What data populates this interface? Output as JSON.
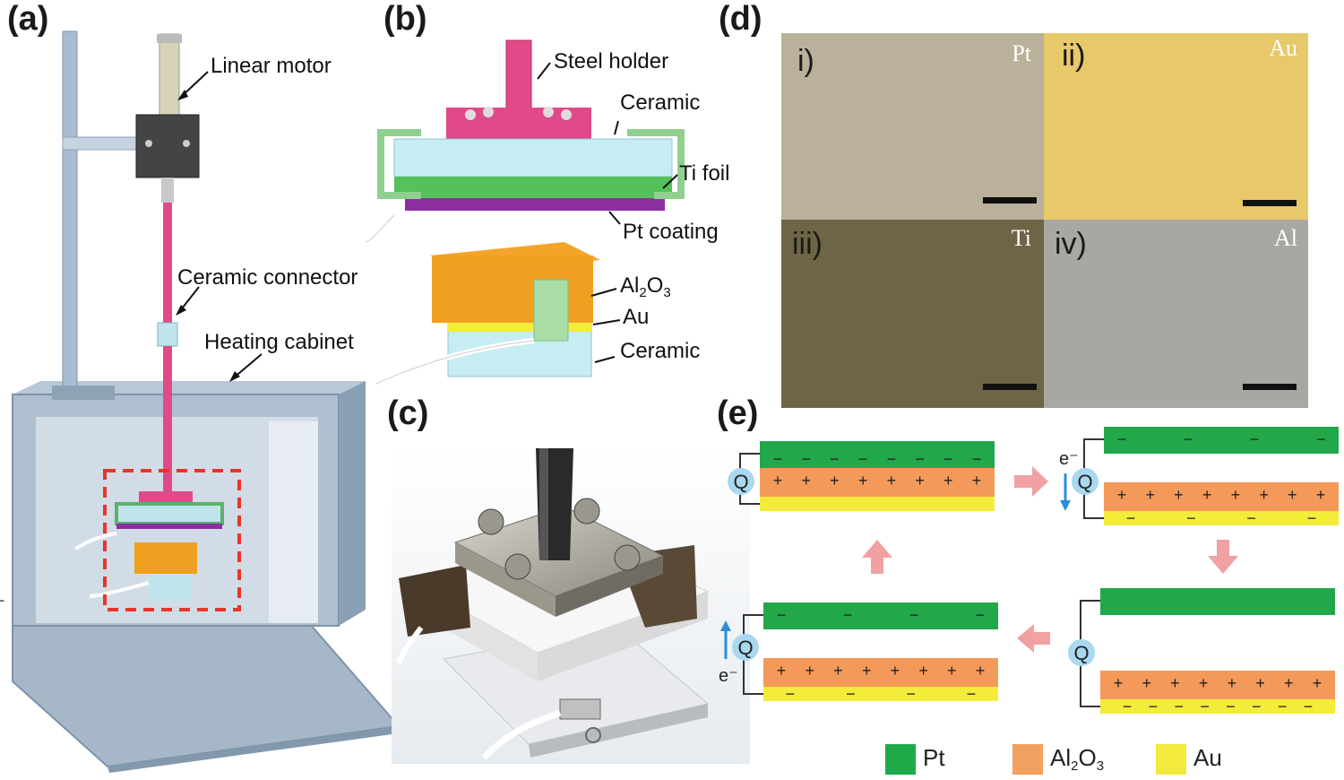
{
  "panels": {
    "a": {
      "label": "(a)",
      "callouts": [
        "Linear motor",
        "Ceramic connector",
        "Heating cabinet"
      ]
    },
    "b": {
      "label": "(b)",
      "callouts": [
        "Steel holder",
        "Ceramic",
        "Ti foil",
        "Pt coating",
        "Al",
        "2",
        "O",
        "3",
        "Au",
        "Ceramic"
      ]
    },
    "c": {
      "label": "(c)"
    },
    "d": {
      "label": "(d)",
      "tiles": [
        {
          "roman": "i)",
          "metal": "Pt",
          "color": "#b9b19a"
        },
        {
          "roman": "ii)",
          "metal": "Au",
          "color": "#e8c96a"
        },
        {
          "roman": "iii)",
          "metal": "Ti",
          "color": "#6e6446"
        },
        {
          "roman": "iv)",
          "metal": "Al",
          "color": "#a9a7a2"
        }
      ]
    },
    "e": {
      "label": "(e)",
      "q": "Q",
      "electron": "e⁻",
      "signs": {
        "plus": "+",
        "minus": "−"
      },
      "legend": [
        {
          "name": "Pt",
          "color": "#1faa4a"
        },
        {
          "name_main": "Al",
          "sub1": "2",
          "mid": "O",
          "sub2": "3",
          "color": "#f0a060"
        },
        {
          "name": "Au",
          "color": "#f2ea3c"
        }
      ]
    }
  },
  "colors": {
    "pt": "#22a74a",
    "al2o3": "#f39a5a",
    "au": "#f4ec3a",
    "arrow": "#f1a1a1",
    "q_circle": "#a9d8f0",
    "electron_arrow": "#2a8fd6"
  }
}
